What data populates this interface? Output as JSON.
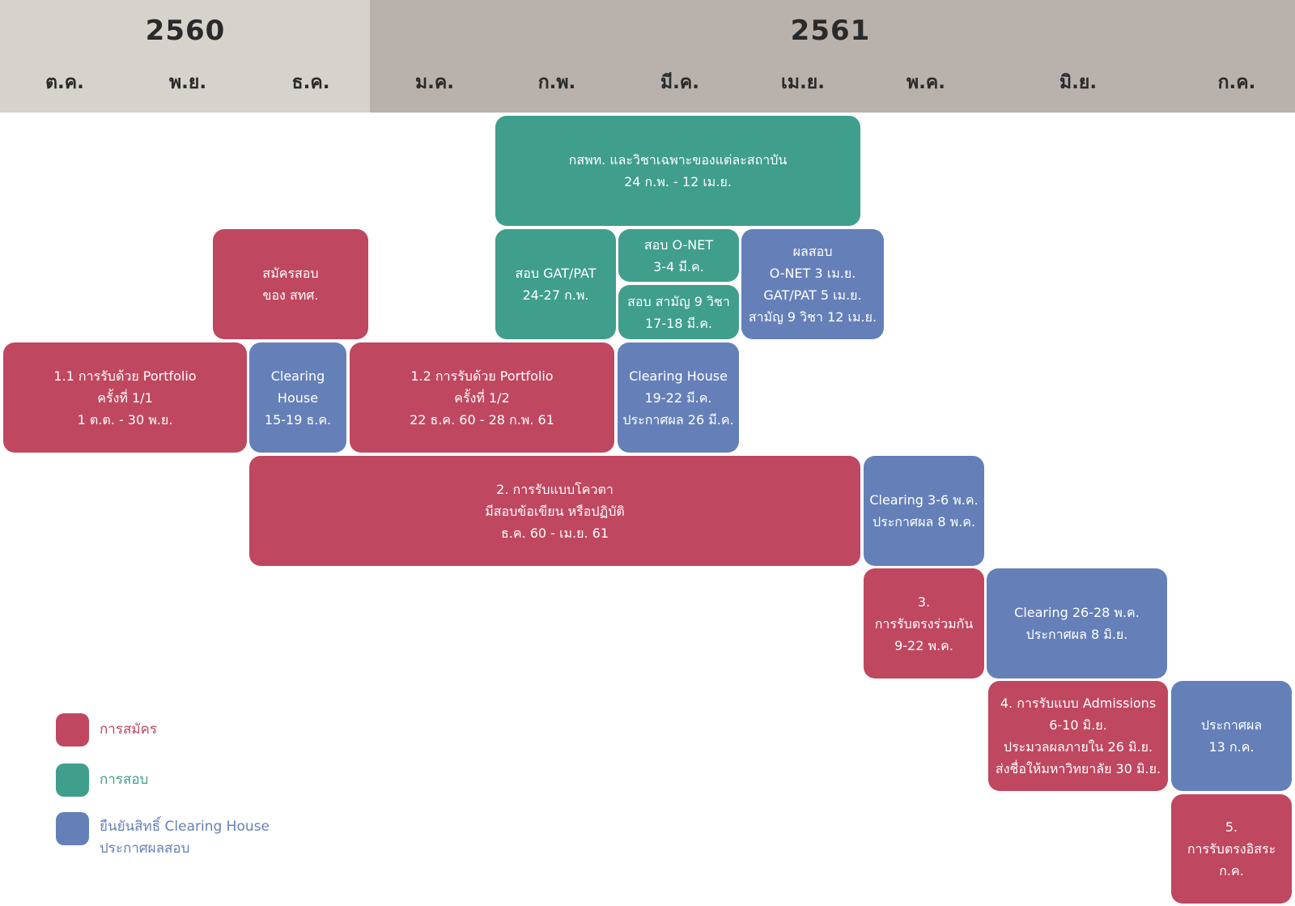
{
  "header": {
    "years": [
      "2560",
      "2561"
    ],
    "months": [
      "ต.ค.",
      "พ.ย.",
      "ธ.ค.",
      "ม.ค.",
      "ก.พ.",
      "มี.ค.",
      "เม.ย.",
      "พ.ค.",
      "มิ.ย.",
      "ก.ค."
    ]
  },
  "boxes": {
    "gsat_specific": {
      "lines": [
        "กสพท. และวิชาเฉพาะของแต่ละสถาบัน",
        "24 ก.พ. - 12 เม.ย."
      ],
      "color": "#3f9e8c"
    },
    "apply_sthth": {
      "lines": [
        "สมัครสอบ",
        "ของ สทศ."
      ],
      "color": "#c04760"
    },
    "gat_pat": {
      "lines": [
        "สอบ GAT/PAT",
        "24-27 ก.พ."
      ],
      "color": "#3f9e8c"
    },
    "onet": {
      "lines": [
        "สอบ O-NET",
        "3-4 มี.ค."
      ],
      "color": "#3f9e8c"
    },
    "samanya": {
      "lines": [
        "สอบ สามัญ 9 วิชา",
        "17-18 มี.ค."
      ],
      "color": "#3f9e8c"
    },
    "results": {
      "lines": [
        "ผลสอบ",
        "O-NET 3 เม.ย.",
        "GAT/PAT 5 เม.ย.",
        "สามัญ 9 วิชา 12 เม.ย."
      ],
      "color": "#6580b8"
    },
    "portfolio_1": {
      "lines": [
        "1.1 การรับด้วย Portfolio",
        "ครั้งที่ 1/1",
        "1 ต.ต. - 30 พ.ย."
      ],
      "color": "#c04760"
    },
    "clearing_dec": {
      "lines": [
        "Clearing",
        "House",
        "15-19 ธ.ค."
      ],
      "color": "#6580b8"
    },
    "portfolio_2": {
      "lines": [
        "1.2 การรับด้วย Portfolio",
        "ครั้งที่ 1/2",
        "22 ธ.ค. 60 - 28 ก.พ. 61"
      ],
      "color": "#c04760"
    },
    "clearing_mar": {
      "lines": [
        "Clearing House",
        "19-22 มี.ค.",
        "ประกาศผล 26 มี.ค."
      ],
      "color": "#6580b8"
    },
    "quota": {
      "lines": [
        "2. การรับแบบโควตา",
        "มีสอบข้อเขียน หรือปฏิบัติ",
        "ธ.ค. 60 - เม.ย. 61"
      ],
      "color": "#c04760"
    },
    "clearing_may1": {
      "lines": [
        "Clearing 3-6 พ.ค.",
        "ประกาศผล 8 พ.ค."
      ],
      "color": "#6580b8"
    },
    "joint_direct": {
      "lines": [
        "3.",
        "การรับตรงร่วมกัน",
        "9-22 พ.ค."
      ],
      "color": "#c04760"
    },
    "clearing_may2": {
      "lines": [
        "Clearing 26-28 พ.ค.",
        "ประกาศผล 8 มิ.ย."
      ],
      "color": "#6580b8"
    },
    "admissions": {
      "lines": [
        "4. การรับแบบ Admissions",
        "6-10 มิ.ย.",
        "ประมวลผลภายใน 26 มิ.ย.",
        "ส่งชื่อให้มหาวิทยาลัย 30 มิ.ย."
      ],
      "color": "#c04760"
    },
    "announce_jul": {
      "lines": [
        "ประกาศผล",
        "13 ก.ค."
      ],
      "color": "#6580b8"
    },
    "independent": {
      "lines": [
        "5.",
        "การรับตรงอิสระ",
        "ก.ค."
      ],
      "color": "#c04760"
    }
  },
  "legend": [
    {
      "lines": [
        "การสมัคร"
      ],
      "color": "#c04760"
    },
    {
      "lines": [
        "การสอบ"
      ],
      "color": "#3f9e8c"
    },
    {
      "lines": [
        "ยืนยันสิทธิ์ Clearing House",
        "ประกาศผลสอบ"
      ],
      "color": "#6580b8"
    }
  ]
}
